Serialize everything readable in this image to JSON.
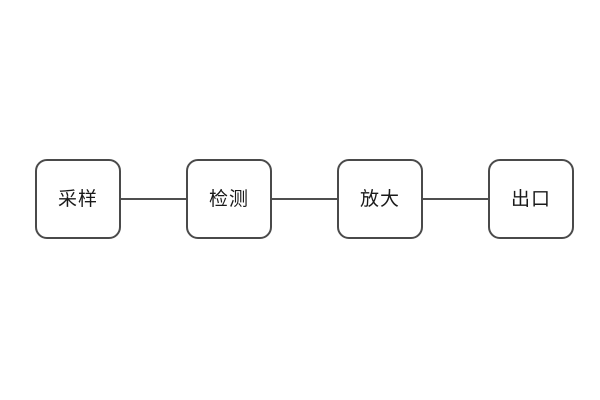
{
  "diagram": {
    "type": "flowchart",
    "direction": "horizontal",
    "nodes": [
      {
        "id": "node-1",
        "label": "采样"
      },
      {
        "id": "node-2",
        "label": "检测"
      },
      {
        "id": "node-3",
        "label": "放大"
      },
      {
        "id": "node-4",
        "label": "出口"
      }
    ],
    "connections": [
      {
        "from": "采样",
        "to": "检测"
      },
      {
        "from": "检测",
        "to": "放大"
      },
      {
        "from": "放大",
        "to": "出口"
      }
    ],
    "colors": {
      "background": "#ffffff",
      "node_border": "#4a4a4a",
      "connector_line": "#4f4f4f",
      "text": "#1a1a1a"
    }
  }
}
